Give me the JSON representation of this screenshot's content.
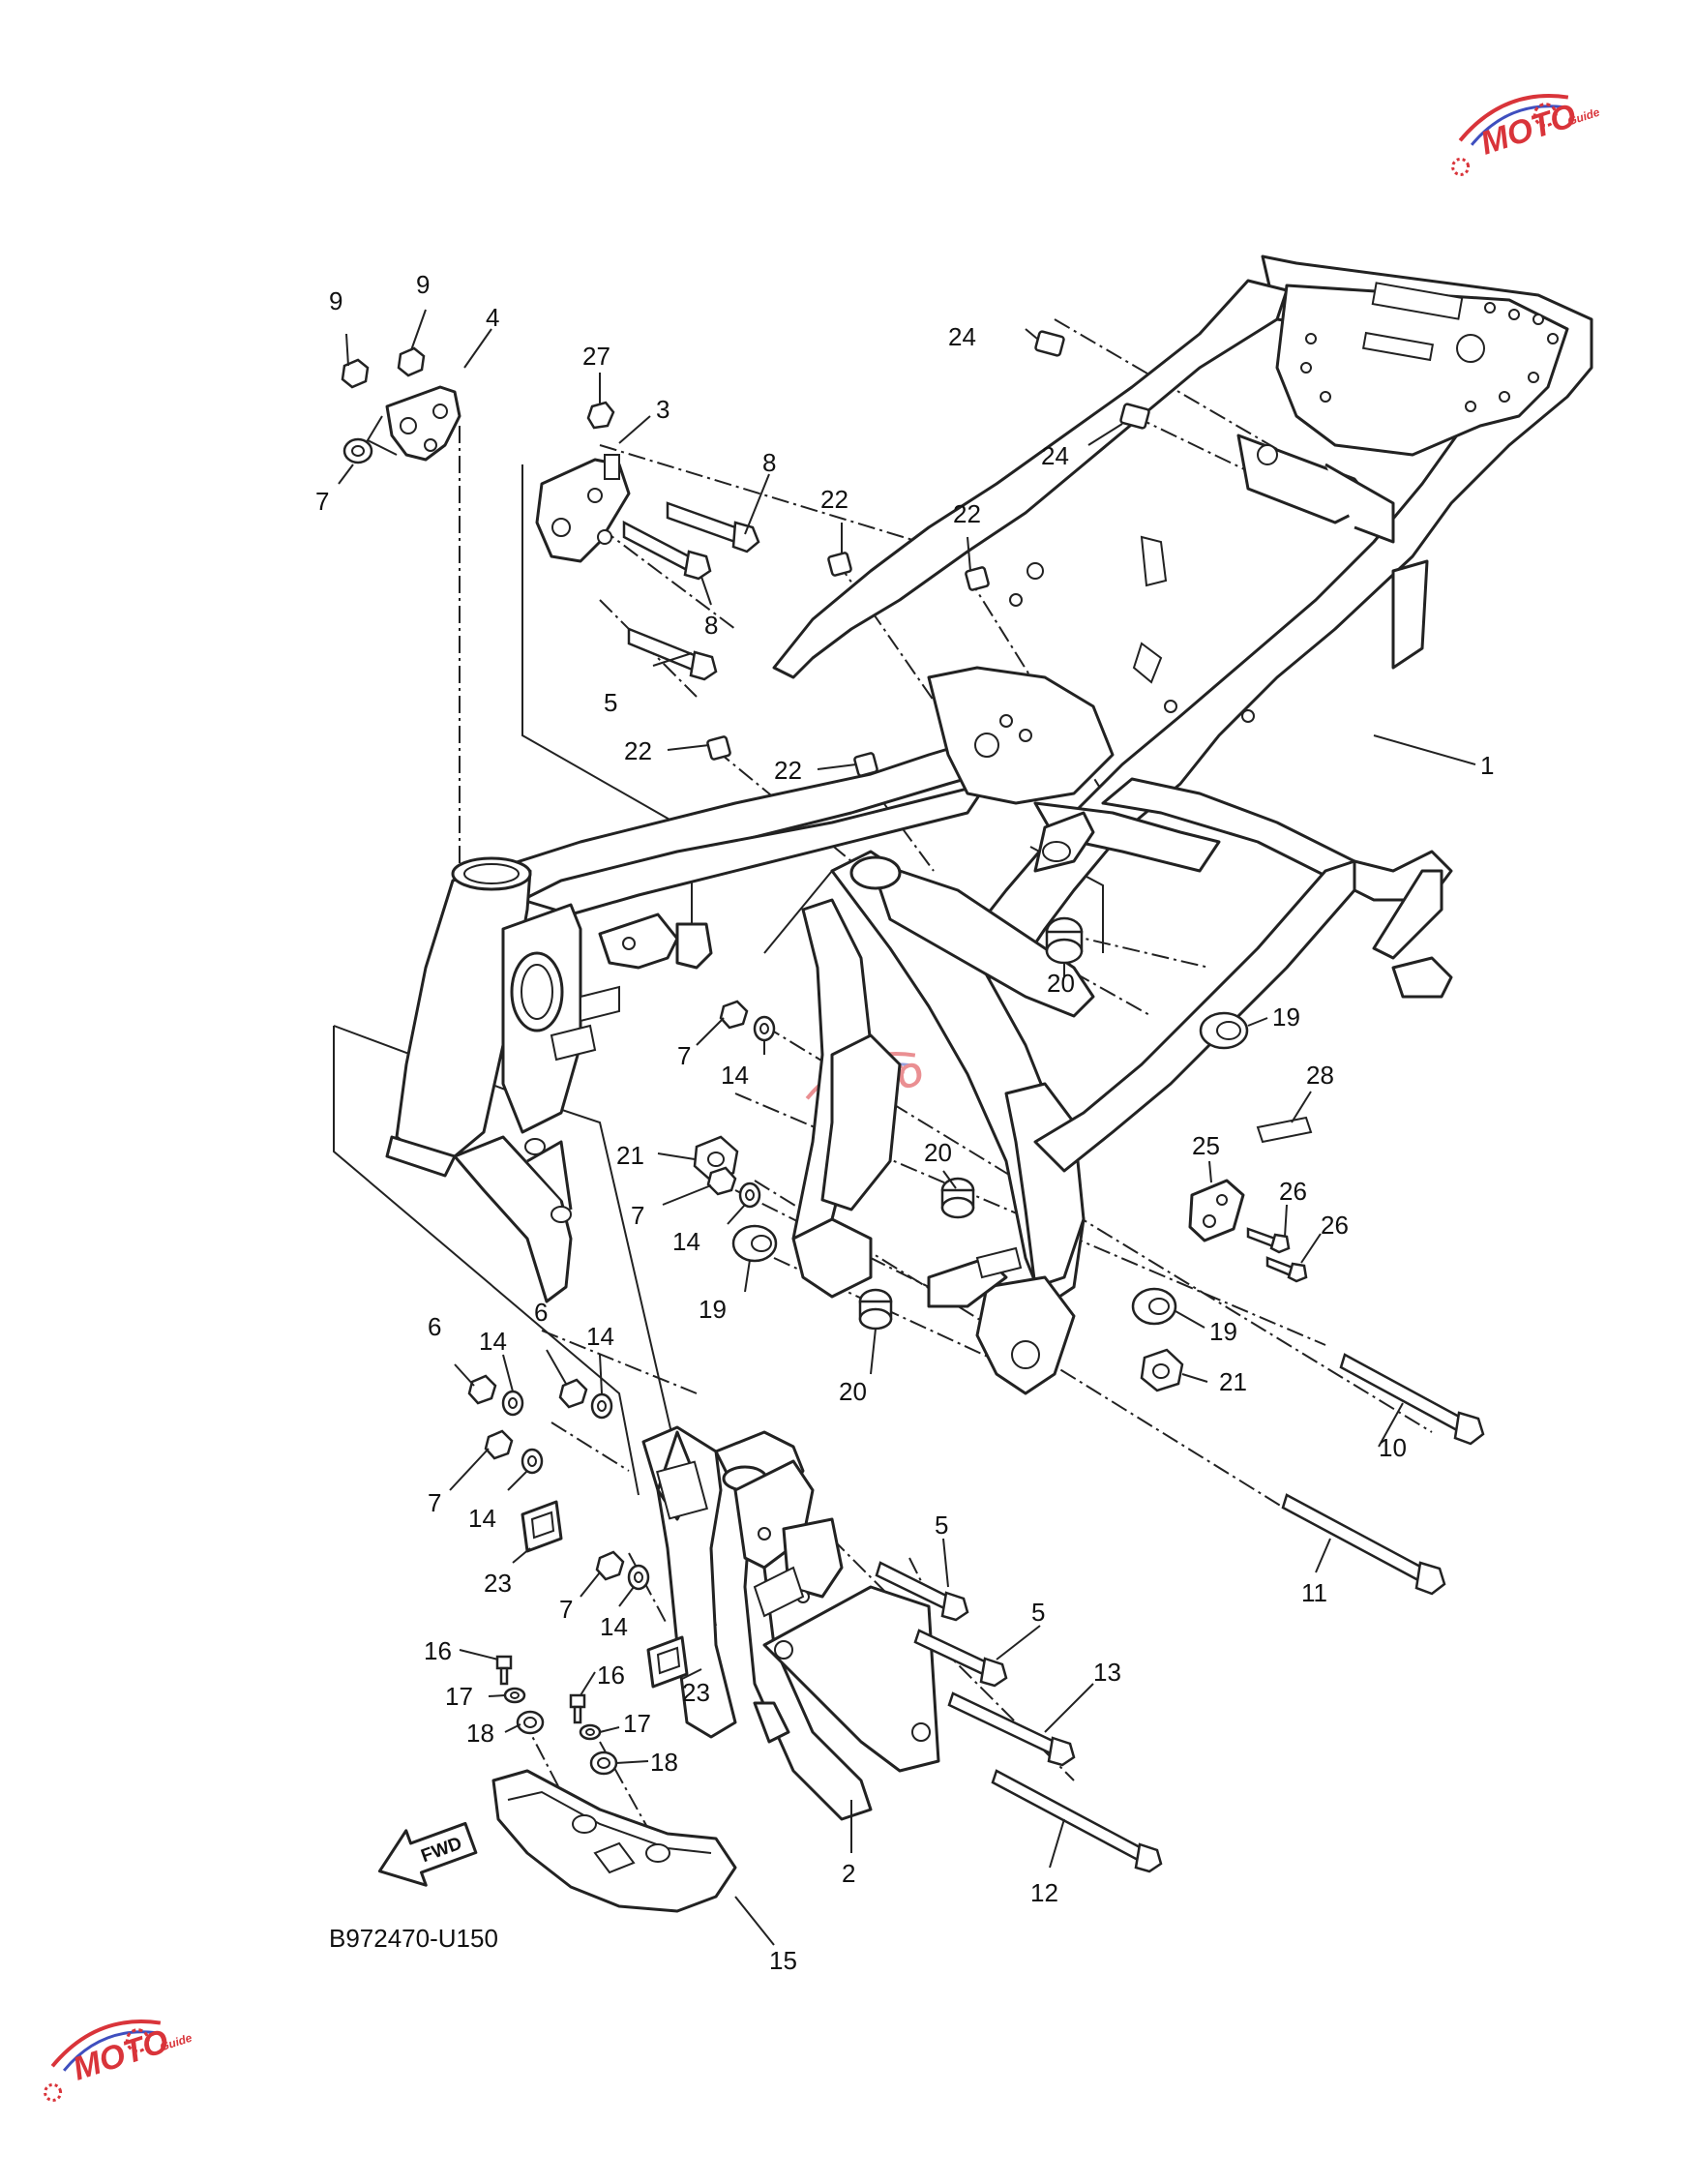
{
  "diagram": {
    "reference_code": "B972470-U150",
    "fwd_label": "FWD",
    "watermark_text": "MOTO",
    "watermark_subtext": "Guide",
    "colors": {
      "line": "#222222",
      "background": "#ffffff",
      "watermark_red": "#d9343a",
      "watermark_blue": "#3f4fbf"
    },
    "callouts": [
      {
        "id": "c1",
        "text": "1"
      },
      {
        "id": "c2",
        "text": "2"
      },
      {
        "id": "c3",
        "text": "3"
      },
      {
        "id": "c4",
        "text": "4"
      },
      {
        "id": "c5a",
        "text": "5"
      },
      {
        "id": "c5b",
        "text": "5"
      },
      {
        "id": "c5c",
        "text": "5"
      },
      {
        "id": "c6a",
        "text": "6"
      },
      {
        "id": "c6b",
        "text": "6"
      },
      {
        "id": "c7a",
        "text": "7"
      },
      {
        "id": "c7b",
        "text": "7"
      },
      {
        "id": "c7c",
        "text": "7"
      },
      {
        "id": "c7d",
        "text": "7"
      },
      {
        "id": "c7e",
        "text": "7"
      },
      {
        "id": "c8a",
        "text": "8"
      },
      {
        "id": "c8b",
        "text": "8"
      },
      {
        "id": "c9a",
        "text": "9"
      },
      {
        "id": "c9b",
        "text": "9"
      },
      {
        "id": "c10",
        "text": "10"
      },
      {
        "id": "c11",
        "text": "11"
      },
      {
        "id": "c12",
        "text": "12"
      },
      {
        "id": "c13",
        "text": "13"
      },
      {
        "id": "c14a",
        "text": "14"
      },
      {
        "id": "c14b",
        "text": "14"
      },
      {
        "id": "c14c",
        "text": "14"
      },
      {
        "id": "c14d",
        "text": "14"
      },
      {
        "id": "c14e",
        "text": "14"
      },
      {
        "id": "c14f",
        "text": "14"
      },
      {
        "id": "c15",
        "text": "15"
      },
      {
        "id": "c16a",
        "text": "16"
      },
      {
        "id": "c16b",
        "text": "16"
      },
      {
        "id": "c17a",
        "text": "17"
      },
      {
        "id": "c17b",
        "text": "17"
      },
      {
        "id": "c18a",
        "text": "18"
      },
      {
        "id": "c18b",
        "text": "18"
      },
      {
        "id": "c19a",
        "text": "19"
      },
      {
        "id": "c19b",
        "text": "19"
      },
      {
        "id": "c19c",
        "text": "19"
      },
      {
        "id": "c20a",
        "text": "20"
      },
      {
        "id": "c20b",
        "text": "20"
      },
      {
        "id": "c20c",
        "text": "20"
      },
      {
        "id": "c21a",
        "text": "21"
      },
      {
        "id": "c21b",
        "text": "21"
      },
      {
        "id": "c22a",
        "text": "22"
      },
      {
        "id": "c22b",
        "text": "22"
      },
      {
        "id": "c22c",
        "text": "22"
      },
      {
        "id": "c22d",
        "text": "22"
      },
      {
        "id": "c23a",
        "text": "23"
      },
      {
        "id": "c23b",
        "text": "23"
      },
      {
        "id": "c24a",
        "text": "24"
      },
      {
        "id": "c24b",
        "text": "24"
      },
      {
        "id": "c25",
        "text": "25"
      },
      {
        "id": "c26a",
        "text": "26"
      },
      {
        "id": "c26b",
        "text": "26"
      },
      {
        "id": "c27",
        "text": "27"
      },
      {
        "id": "c28",
        "text": "28"
      }
    ]
  }
}
